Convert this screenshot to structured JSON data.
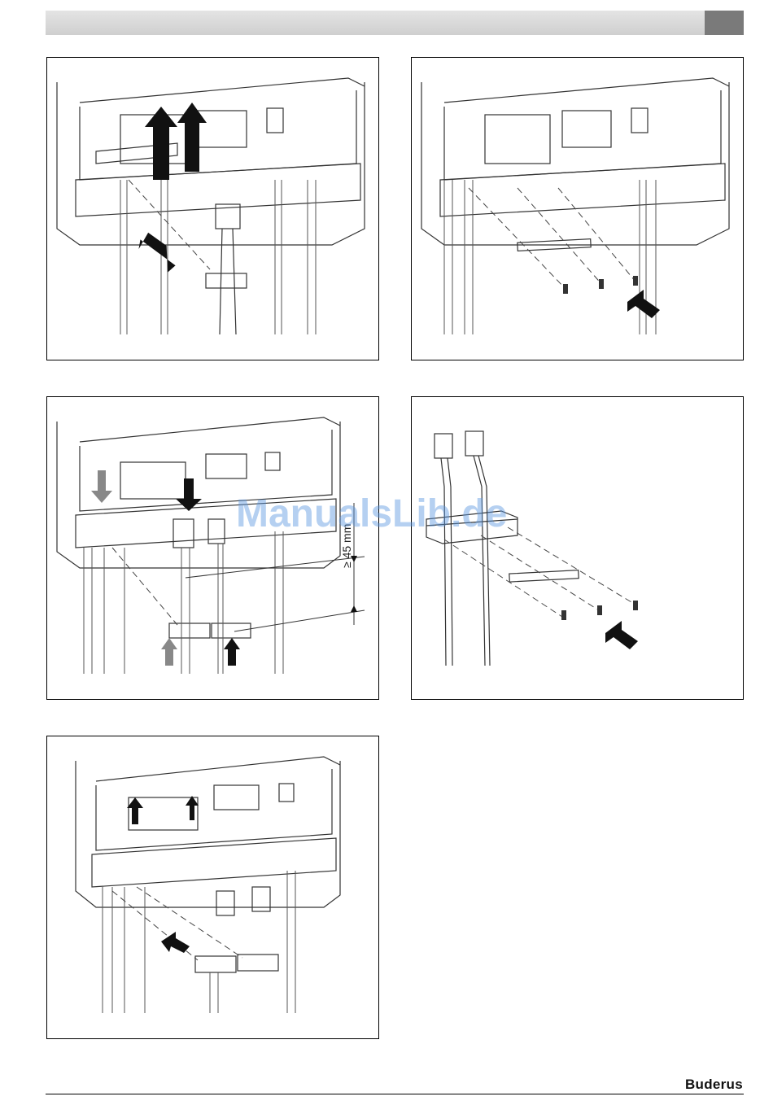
{
  "figures": [
    {
      "id": "fig1"
    },
    {
      "id": "fig2"
    },
    {
      "id": "fig3",
      "dimension_label": "≥ 45 mm"
    },
    {
      "id": "fig4"
    },
    {
      "id": "fig5"
    }
  ],
  "watermark": "ManualsLib.de",
  "footer": {
    "brand": "Buderus"
  },
  "colors": {
    "header_bar": "#d6d6d6",
    "header_tab": "#7a7a7a",
    "watermark": "#5a96e1"
  }
}
